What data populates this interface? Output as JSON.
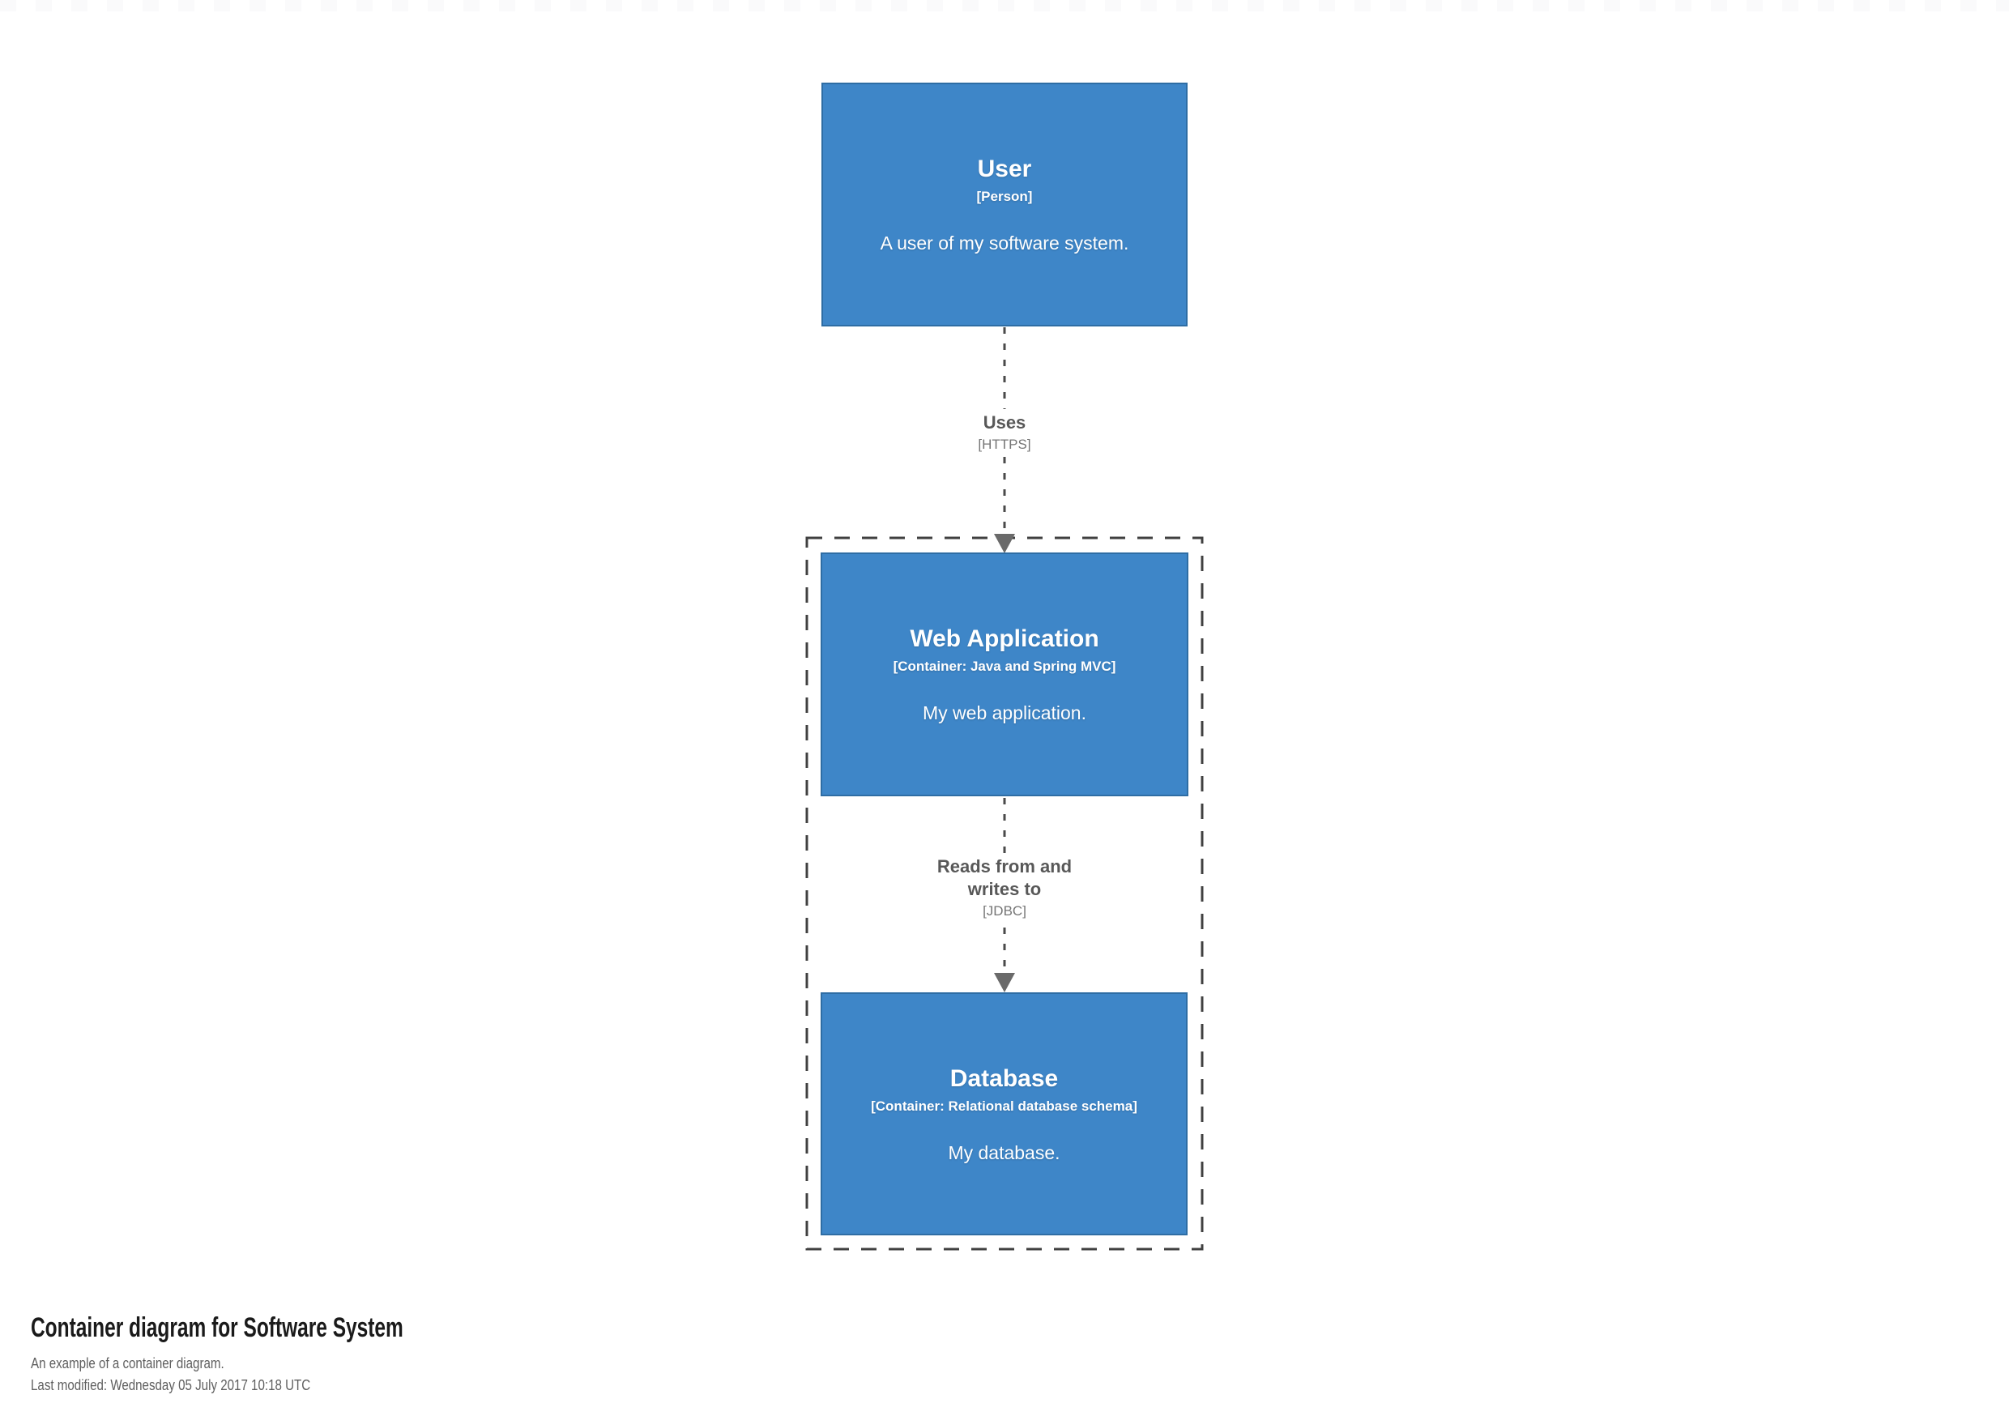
{
  "diagram": {
    "elements": {
      "user": {
        "name": "User",
        "meta": "[Person]",
        "description": "A user of my software system."
      },
      "web_application": {
        "name": "Web Application",
        "meta": "[Container: Java and Spring MVC]",
        "description": "My web application."
      },
      "database": {
        "name": "Database",
        "meta": "[Container: Relational database schema]",
        "description": "My database."
      }
    },
    "relationships": {
      "uses": {
        "label": "Uses",
        "meta": "[HTTPS]"
      },
      "reads_writes": {
        "label": "Reads from and writes to",
        "meta": "[JDBC]"
      }
    },
    "colors": {
      "element_fill": "#3e86c8",
      "element_border": "#2e6da4",
      "element_text": "#ffffff",
      "relationship_line": "#4a4a4a",
      "relationship_label_text": "#585858",
      "relationship_meta_text": "#757575",
      "arrowhead": "#6a6a6a",
      "boundary_line": "#404040",
      "footer_title_text": "#1a1a1a",
      "footer_subtitle_text": "#5f5f5f"
    }
  },
  "footer": {
    "title": "Container diagram for Software System",
    "description": "An example of a container diagram.",
    "last_modified": "Last modified: Wednesday 05 July 2017 10:18 UTC"
  }
}
